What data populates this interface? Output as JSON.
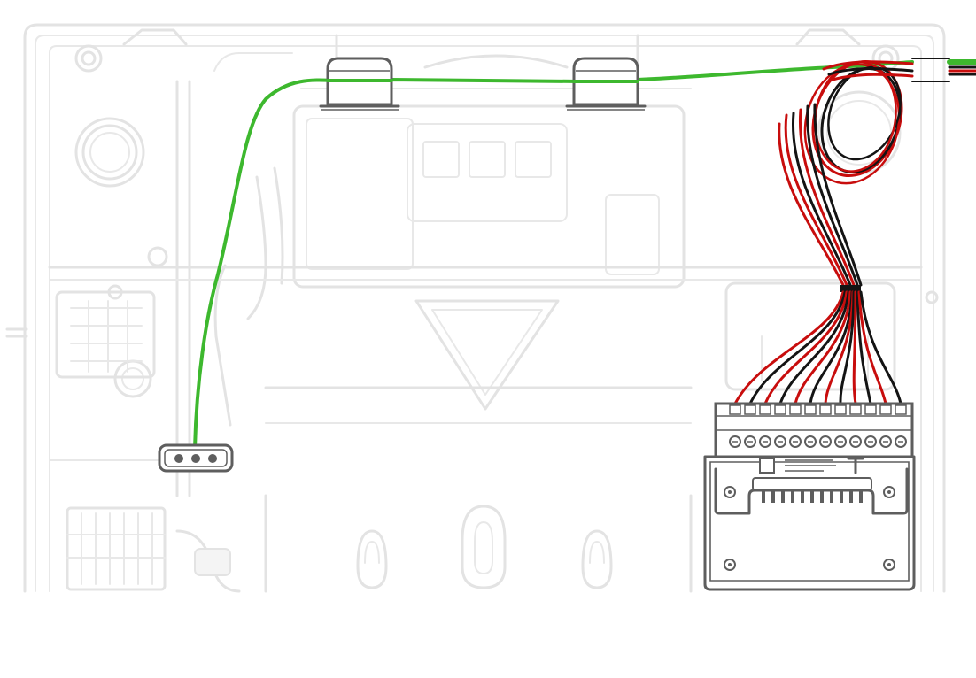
{
  "diagram": {
    "colors": {
      "enclosure_outline": "#e3e3e3",
      "component_outline": "#5e5e5e",
      "green_wire": "#3db82e",
      "red_wire": "#c80d0d",
      "black_wire": "#141414"
    },
    "parts": {
      "enclosure": "background-enclosure",
      "cable_clip_left": "cable-clip-icon",
      "cable_clip_right": "cable-clip-icon",
      "sensor_plug": "three-pin-connector-icon",
      "terminal_module": "terminal-block-module-icon",
      "green_wire": "green-wire",
      "wire_bundle": "red-black-wire-bundle",
      "wire_loop": "wire-coil-loop"
    },
    "terminal_count": 12
  }
}
